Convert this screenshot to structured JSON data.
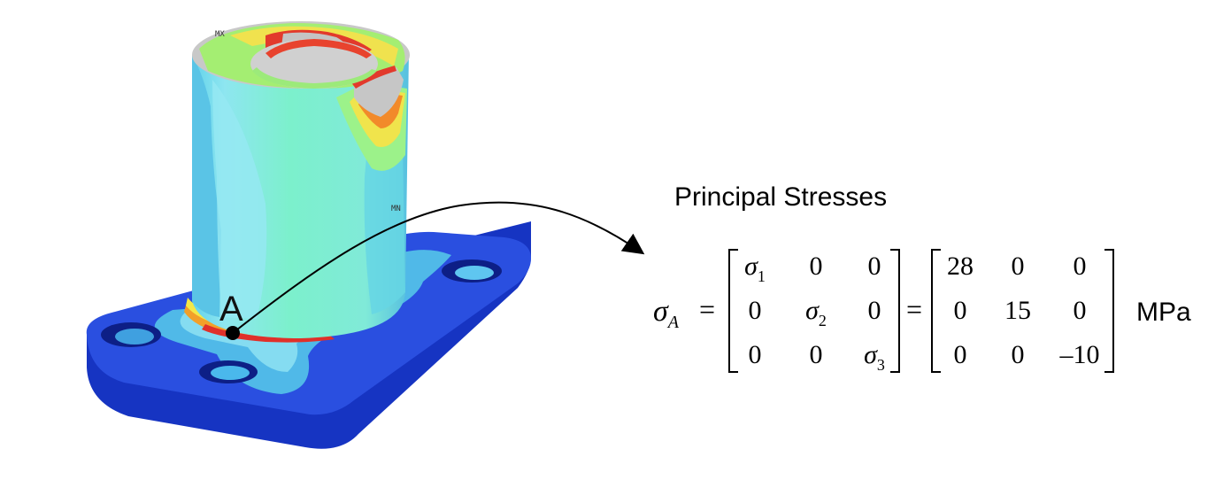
{
  "model": {
    "point_label": "A",
    "max_marker": "MX",
    "min_marker": "MN"
  },
  "heading": "Principal Stresses",
  "equation": {
    "lhs_symbol": "σ",
    "lhs_subscript": "A",
    "equals": "=",
    "symbolic_matrix": [
      [
        {
          "base": "σ",
          "sub": "1"
        },
        {
          "base": "0"
        },
        {
          "base": "0"
        }
      ],
      [
        {
          "base": "0"
        },
        {
          "base": "σ",
          "sub": "2"
        },
        {
          "base": "0"
        }
      ],
      [
        {
          "base": "0"
        },
        {
          "base": "0"
        },
        {
          "base": "σ",
          "sub": "3"
        }
      ]
    ],
    "numeric_matrix": [
      [
        "28",
        "0",
        "0"
      ],
      [
        "0",
        "15",
        "0"
      ],
      [
        "0",
        "0",
        "–10"
      ]
    ],
    "unit": "MPa"
  },
  "colors": {
    "base_blue": "#1f3fd2",
    "base_dark": "#1228a8",
    "cyan": "#5cc8ea",
    "light_blue": "#8ee0f0",
    "aqua": "#7cf0c8",
    "green": "#b8f05a",
    "yellow": "#f2e84a",
    "orange": "#f29a2a",
    "red": "#e83a2a",
    "gray": "#bcbcbc"
  }
}
